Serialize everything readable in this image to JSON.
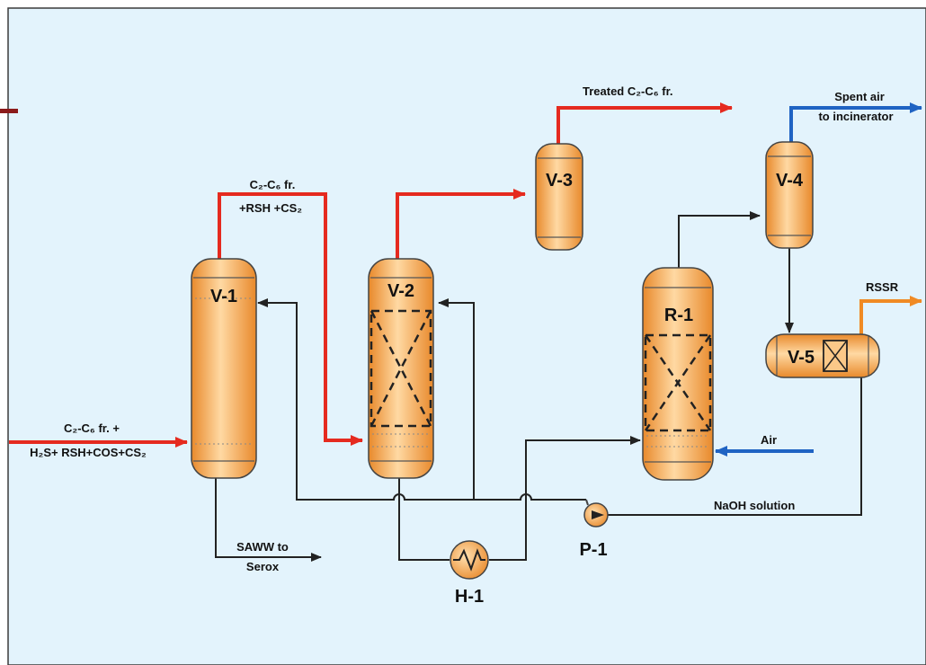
{
  "equipment": {
    "v1": "V-1",
    "v2": "V-2",
    "v3": "V-3",
    "v4": "V-4",
    "v5": "V-5",
    "r1": "R-1",
    "h1": "H-1",
    "p1": "P-1"
  },
  "streams": {
    "feed_line1": "C₂-C₆ fr. +",
    "feed_line2": "H₂S+ RSH+COS+CS₂",
    "overhead_line1": "C₂-C₆ fr.",
    "overhead_line2": "+RSH +CS₂",
    "treated": "Treated C₂-C₆ fr.",
    "spent_air_line1": "Spent air",
    "spent_air_line2": "to incinerator",
    "rssr": "RSSR",
    "air": "Air",
    "naoh": "NaOH solution",
    "saww_line1": "SAWW to",
    "saww_line2": "Serox"
  },
  "colors": {
    "background": "#e3f3fc",
    "vessel": "#f5a94a",
    "hydrocarbon_stream": "#e52a1f",
    "air_stream": "#1f63c3",
    "rssr_stream": "#f08a24",
    "process_line": "#222222",
    "accent_bar": "#8b1a1a"
  }
}
